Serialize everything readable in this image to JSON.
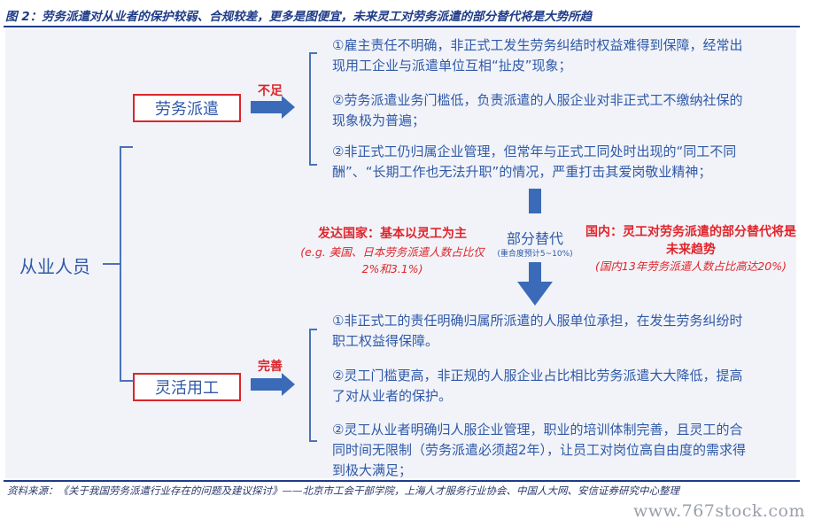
{
  "title": "图 2：劳务派遣对从业者的保护较弱、合规较差，更多是图便宜，未来灵工对劳务派遣的部分替代将是大势所趋",
  "root": "从业人员",
  "branches": {
    "dispatch": {
      "label": "劳务派遣",
      "arrow_label": "不足",
      "points": [
        "①雇主责任不明确，非正式工发生劳务纠结时权益难得到保障，经常出现用工企业与派遣单位互相“扯皮”现象；",
        "②劳务派遣业务门槛低，负责派遣的人服企业对非正式工不缴纳社保的现象极为普遍；",
        "②非正式工仍归属企业管理，但常年与正式工同处时出现的“同工不同酬”、“长期工作也无法升职”的情况，严重打击其爱岗敬业精神；"
      ]
    },
    "flexible": {
      "label": "灵活用工",
      "arrow_label": "完善",
      "points": [
        "①非正式工的责任明确归属所派遣的人服单位承担，在发生劳务纠纷时职工权益得保障。",
        "②灵工门槛更高，非正规的人服企业占比相比劳务派遣大大降低，提高了对从业者的保护。",
        "②灵工从业者明确归人服企业管理，职业的培训体制完善，且灵工的合同时间无限制（劳务派遣必须超2年），让员工对岗位高自由度的需求得到极大满足；"
      ]
    }
  },
  "replacement": {
    "label": "部分替代",
    "sublabel": "(重合度预计5~10%)",
    "developed": {
      "heading": "发达国家：基本以灵工为主",
      "note": "(e.g. 美国、日本劳务派遣人数占比仅2%和3.1%)"
    },
    "domestic": {
      "heading": "国内：灵工对劳务派遣的部分替代将是未来趋势",
      "note": "(国内13年劳务派遣人数占比高达20%)"
    }
  },
  "source": "资料来源：《关于我国劳务派遣行业存在的问题及建议探讨》——北京市工会干部学院，上海人才服务行业协会、中国人大网、安信证券研究中心整理",
  "watermark": "www.767stock.com",
  "colors": {
    "blue": "#2f59a8",
    "red": "#d9262b",
    "navy": "#1f3c88",
    "panel": "#f1f3f8"
  }
}
